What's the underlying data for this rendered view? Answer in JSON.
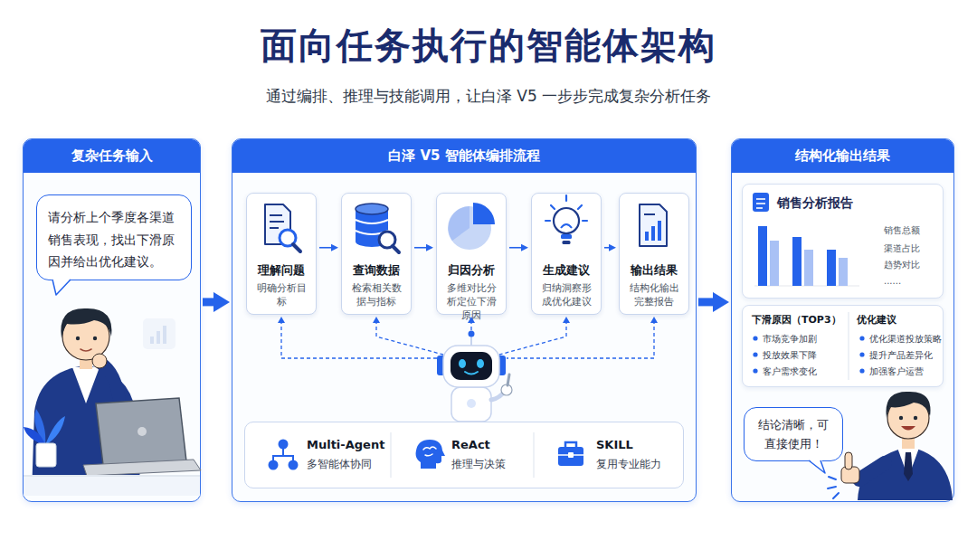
{
  "diagram": {
    "title": "面向任务执行的智能体架构",
    "nodes": [
      {
        "text": [
          "复杂任务输入"
        ]
      },
      {
        "text": [
          "请分析上个季度各渠道销售表现，找出下滑原因并给出优化建议。"
        ],
        "in": 0
      },
      {
        "text": [
          "白泽 V5 智能体编排流程"
        ]
      },
      {
        "text": [
          "理解问题",
          "明确分析目标"
        ],
        "in": 2
      },
      {
        "text": [
          "查询数据",
          "检索相关数据与指标"
        ],
        "in": 2
      },
      {
        "text": [
          "归因分析",
          "多维对比分析定位下滑原因"
        ],
        "in": 2
      },
      {
        "text": [
          "生成建议",
          "归纳洞察形成优化建议"
        ],
        "in": 2
      },
      {
        "text": [
          "输出结果",
          "结构化输出完整报告"
        ],
        "in": 2
      },
      {
        "text": [
          "Multi-Agent",
          "多智能体协同",
          "ReAct",
          "推理与决策",
          "SKILL",
          "复用专业能力"
        ],
        "in": 2
      },
      {
        "text": [
          "结构化输出结果"
        ]
      },
      {
        "text": [
          "销售分析报告",
          "销售总额",
          "渠道占比",
          "趋势对比",
          "......"
        ],
        "in": 9
      },
      {
        "text": [
          "下滑原因（TOP3）",
          "市场竞争加剧",
          "投放效果下降",
          "客户需求变化",
          "优化建议",
          "优化渠道投放策略",
          "提升产品差异化",
          "加强客户运营"
        ],
        "in": 9
      },
      {
        "text": [
          "结论清晰，可直接使用！"
        ],
        "in": 9
      }
    ],
    "edges": [
      {
        "from": 0,
        "to": 2,
        "arrow": "to"
      },
      {
        "from": 2,
        "to": 9,
        "arrow": "to"
      },
      {
        "from": 3,
        "to": 4,
        "arrow": "to"
      },
      {
        "from": 4,
        "to": 5,
        "arrow": "to"
      },
      {
        "from": 5,
        "to": 6,
        "arrow": "to"
      },
      {
        "from": 6,
        "to": 7,
        "arrow": "to"
      }
    ],
    "labels": [
      "通过编排、推理与技能调用，让白泽 V5 一步步完成复杂分析任务"
    ]
  }
}
